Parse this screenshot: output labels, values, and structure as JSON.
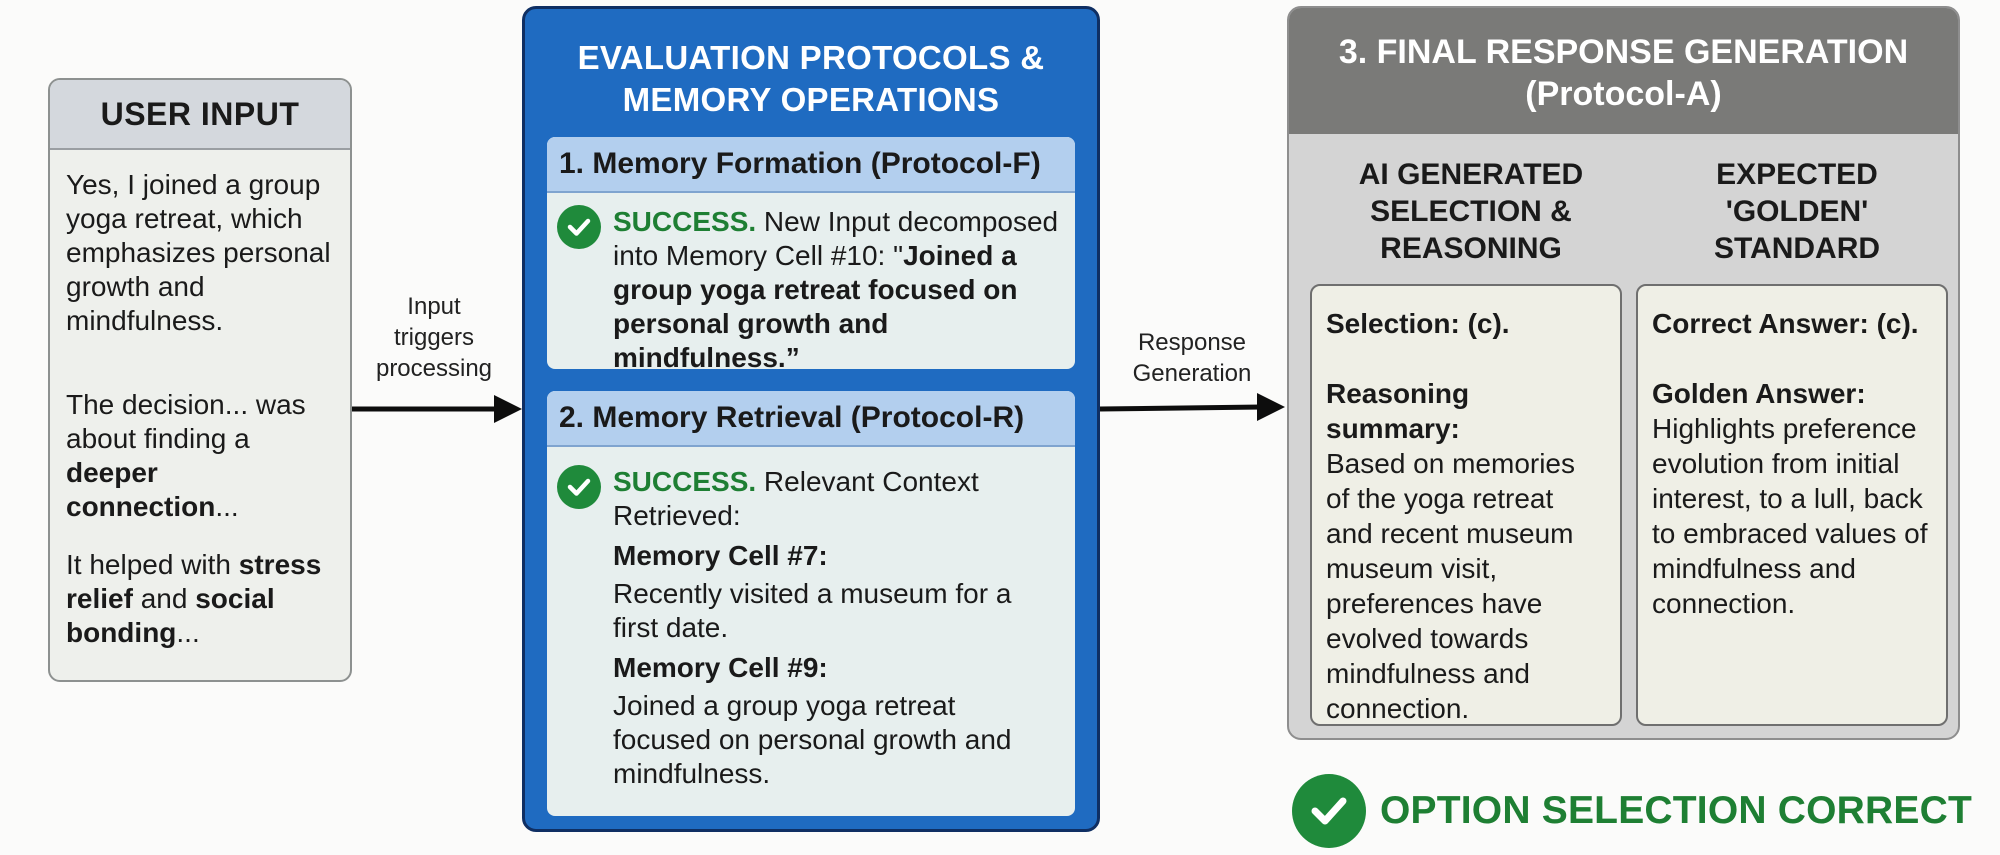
{
  "user_input": {
    "title": "USER INPUT",
    "para1": "Yes, I joined a group yoga retreat, which emphasizes personal growth and mindfulness.",
    "para2_pre": "The decision... was about finding a ",
    "para2_bold": "deeper connection",
    "para2_post": "...",
    "para3_pre": "It helped with ",
    "para3_bold1": "stress relief",
    "para3_mid": " and ",
    "para3_bold2": "social bonding",
    "para3_post": "..."
  },
  "arrows": {
    "input_label": [
      "Input",
      "triggers",
      "processing"
    ],
    "response_label": [
      "Response",
      "Generation"
    ]
  },
  "evaluation": {
    "title_line1": "EVALUATION PROTOCOLS &",
    "title_line2": "MEMORY OPERATIONS",
    "formation": {
      "title": "1. Memory Formation (Protocol-F)",
      "status": "SUCCESS.",
      "text": " New Input decomposed into Memory Cell #10: \"",
      "bold_text": "Joined a group yoga retreat focused on personal growth and mindfulness.”"
    },
    "retrieval": {
      "title": "2. Memory Retrieval (Protocol-R)",
      "status": "SUCCESS.",
      "text": " Relevant Context Retrieved:",
      "cell7_label": "Memory Cell #7:",
      "cell7_text": "Recently visited a museum for a first date.",
      "cell9_label": "Memory Cell #9:",
      "cell9_text": "Joined a group yoga retreat focused on personal growth and mindfulness."
    }
  },
  "final": {
    "title_line1": "3. FINAL RESPONSE GENERATION",
    "title_line2": "(Protocol-A)",
    "ai_col": {
      "title": [
        "AI GENERATED",
        "SELECTION &",
        "REASONING"
      ],
      "selection": "Selection: (c).",
      "reasoning_label": "Reasoning summary:",
      "reasoning_text": "Based on memories of the yoga retreat and recent museum museum visit, preferences have evolved towards mindfulness and connection."
    },
    "expected_col": {
      "title": [
        "EXPECTED",
        "'GOLDEN'",
        "STANDARD"
      ],
      "correct": "Correct Answer: (c).",
      "golden_label": "Golden Answer:",
      "golden_text": "Highlights preference evolution from initial interest, to a lull, back to embraced values of mindfulness and connection."
    }
  },
  "result": {
    "text": "OPTION SELECTION CORRECT"
  },
  "colors": {
    "blue_panel": "#1f6bc1",
    "success_green": "#1e7f33",
    "header_gray": "#7a7a78"
  },
  "icons": {
    "check": "check-circle-icon",
    "arrow": "arrow-right-icon"
  }
}
